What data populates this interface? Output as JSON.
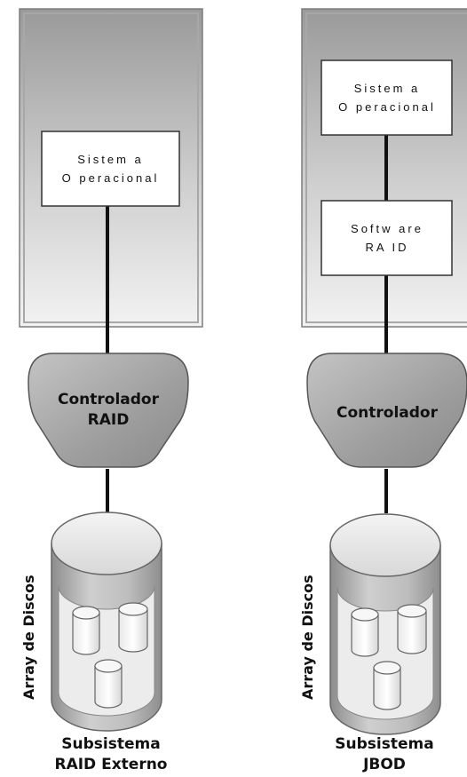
{
  "left": {
    "os_line1": "Sistem a",
    "os_line2": "O peracional",
    "controller_line1": "Controlador",
    "controller_line2": "RAID",
    "array_label": "Array de Discos",
    "caption_line1": "Subsistema",
    "caption_line2": "RAID Externo"
  },
  "right": {
    "os_line1": "Sistem a",
    "os_line2": "O peracional",
    "software_line1": "Softw are",
    "software_line2": "RA ID",
    "controller_line1": "Controlador",
    "array_label": "Array de Discos",
    "caption_line1": "Subsistema",
    "caption_line2": "JBOD"
  }
}
